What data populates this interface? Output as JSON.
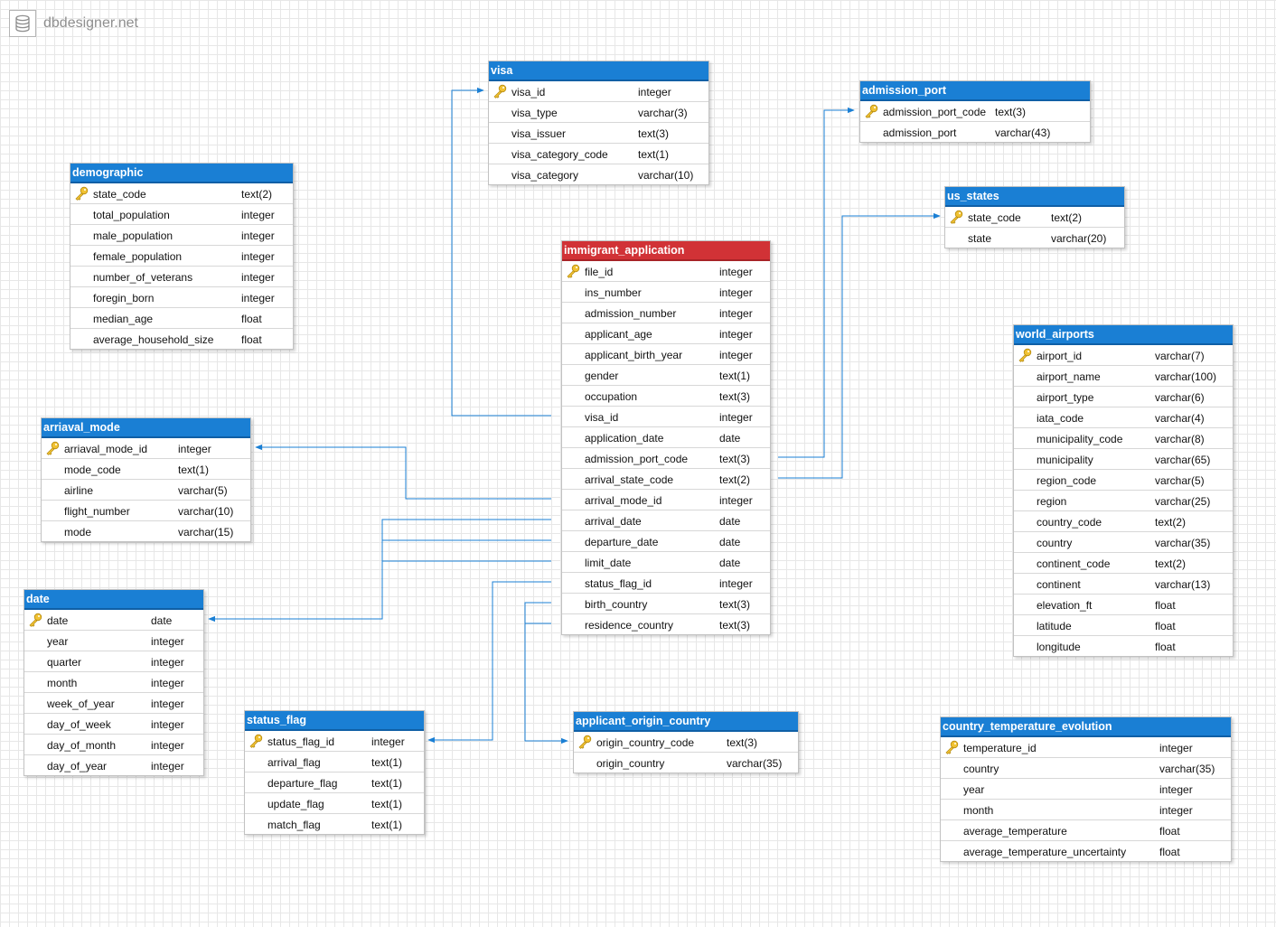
{
  "brand": {
    "name": "dbdesigner.net",
    "icon": "database-icon"
  },
  "colors": {
    "table_header": "#1a7fd4",
    "main_header": "#d13236",
    "connector": "#1a7fd4",
    "key": "#e8b51c"
  },
  "tables": {
    "visa": {
      "name": "visa",
      "columns": [
        {
          "name": "visa_id",
          "type": "integer",
          "pk": true
        },
        {
          "name": "visa_type",
          "type": "varchar(3)"
        },
        {
          "name": "visa_issuer",
          "type": "text(3)"
        },
        {
          "name": "visa_category_code",
          "type": "text(1)"
        },
        {
          "name": "visa_category",
          "type": "varchar(10)"
        }
      ]
    },
    "admission_port": {
      "name": "admission_port",
      "columns": [
        {
          "name": "admission_port_code",
          "type": "text(3)",
          "pk": true
        },
        {
          "name": "admission_port",
          "type": "varchar(43)"
        }
      ]
    },
    "demographic": {
      "name": "demographic",
      "columns": [
        {
          "name": "state_code",
          "type": "text(2)",
          "pk": true
        },
        {
          "name": "total_population",
          "type": "integer"
        },
        {
          "name": "male_population",
          "type": "integer"
        },
        {
          "name": "female_population",
          "type": "integer"
        },
        {
          "name": "number_of_veterans",
          "type": "integer"
        },
        {
          "name": "foregin_born",
          "type": "integer"
        },
        {
          "name": "median_age",
          "type": "float"
        },
        {
          "name": "average_household_size",
          "type": "float"
        }
      ]
    },
    "us_states": {
      "name": "us_states",
      "columns": [
        {
          "name": "state_code",
          "type": "text(2)",
          "pk": true
        },
        {
          "name": "state",
          "type": "varchar(20)"
        }
      ]
    },
    "immigrant_application": {
      "name": "immigrant_application",
      "columns": [
        {
          "name": "file_id",
          "type": "integer",
          "pk": true
        },
        {
          "name": "ins_number",
          "type": "integer"
        },
        {
          "name": "admission_number",
          "type": "integer"
        },
        {
          "name": "applicant_age",
          "type": "integer"
        },
        {
          "name": "applicant_birth_year",
          "type": "integer"
        },
        {
          "name": "gender",
          "type": "text(1)"
        },
        {
          "name": "occupation",
          "type": "text(3)"
        },
        {
          "name": "visa_id",
          "type": "integer"
        },
        {
          "name": "application_date",
          "type": "date"
        },
        {
          "name": "admission_port_code",
          "type": "text(3)"
        },
        {
          "name": "arrival_state_code",
          "type": "text(2)"
        },
        {
          "name": "arrival_mode_id",
          "type": "integer"
        },
        {
          "name": "arrival_date",
          "type": "date"
        },
        {
          "name": "departure_date",
          "type": "date"
        },
        {
          "name": "limit_date",
          "type": "date"
        },
        {
          "name": "status_flag_id",
          "type": "integer"
        },
        {
          "name": "birth_country",
          "type": "text(3)"
        },
        {
          "name": "residence_country",
          "type": "text(3)"
        }
      ]
    },
    "world_airports": {
      "name": "world_airports",
      "columns": [
        {
          "name": "airport_id",
          "type": "varchar(7)",
          "pk": true
        },
        {
          "name": "airport_name",
          "type": "varchar(100)"
        },
        {
          "name": "airport_type",
          "type": "varchar(6)"
        },
        {
          "name": "iata_code",
          "type": "varchar(4)"
        },
        {
          "name": "municipality_code",
          "type": "varchar(8)"
        },
        {
          "name": "municipality",
          "type": "varchar(65)"
        },
        {
          "name": "region_code",
          "type": "varchar(5)"
        },
        {
          "name": "region",
          "type": "varchar(25)"
        },
        {
          "name": "country_code",
          "type": "text(2)"
        },
        {
          "name": "country",
          "type": "varchar(35)"
        },
        {
          "name": "continent_code",
          "type": "text(2)"
        },
        {
          "name": "continent",
          "type": "varchar(13)"
        },
        {
          "name": "elevation_ft",
          "type": "float"
        },
        {
          "name": "latitude",
          "type": "float"
        },
        {
          "name": "longitude",
          "type": "float"
        }
      ]
    },
    "arrival_mode": {
      "name": "arriaval_mode",
      "columns": [
        {
          "name": "arriaval_mode_id",
          "type": "integer",
          "pk": true
        },
        {
          "name": "mode_code",
          "type": "text(1)"
        },
        {
          "name": "airline",
          "type": "varchar(5)"
        },
        {
          "name": "flight_number",
          "type": "varchar(10)"
        },
        {
          "name": "mode",
          "type": "varchar(15)"
        }
      ]
    },
    "date": {
      "name": "date",
      "columns": [
        {
          "name": "date",
          "type": "date",
          "pk": true
        },
        {
          "name": "year",
          "type": "integer"
        },
        {
          "name": "quarter",
          "type": "integer"
        },
        {
          "name": "month",
          "type": "integer"
        },
        {
          "name": "week_of_year",
          "type": "integer"
        },
        {
          "name": "day_of_week",
          "type": "integer"
        },
        {
          "name": "day_of_month",
          "type": "integer"
        },
        {
          "name": "day_of_year",
          "type": "integer"
        }
      ]
    },
    "status_flag": {
      "name": "status_flag",
      "columns": [
        {
          "name": "status_flag_id",
          "type": "integer",
          "pk": true
        },
        {
          "name": "arrival_flag",
          "type": "text(1)"
        },
        {
          "name": "departure_flag",
          "type": "text(1)"
        },
        {
          "name": "update_flag",
          "type": "text(1)"
        },
        {
          "name": "match_flag",
          "type": "text(1)"
        }
      ]
    },
    "applicant_origin_country": {
      "name": "applicant_origin_country",
      "columns": [
        {
          "name": "origin_country_code",
          "type": "text(3)",
          "pk": true
        },
        {
          "name": "origin_country",
          "type": "varchar(35)"
        }
      ]
    },
    "country_temperature_evolution": {
      "name": "country_temperature_evolution",
      "columns": [
        {
          "name": "temperature_id",
          "type": "integer",
          "pk": true
        },
        {
          "name": "country",
          "type": "varchar(35)"
        },
        {
          "name": "year",
          "type": "integer"
        },
        {
          "name": "month",
          "type": "integer"
        },
        {
          "name": "average_temperature",
          "type": "float"
        },
        {
          "name": "average_temperature_uncertainty",
          "type": "float"
        }
      ]
    }
  }
}
